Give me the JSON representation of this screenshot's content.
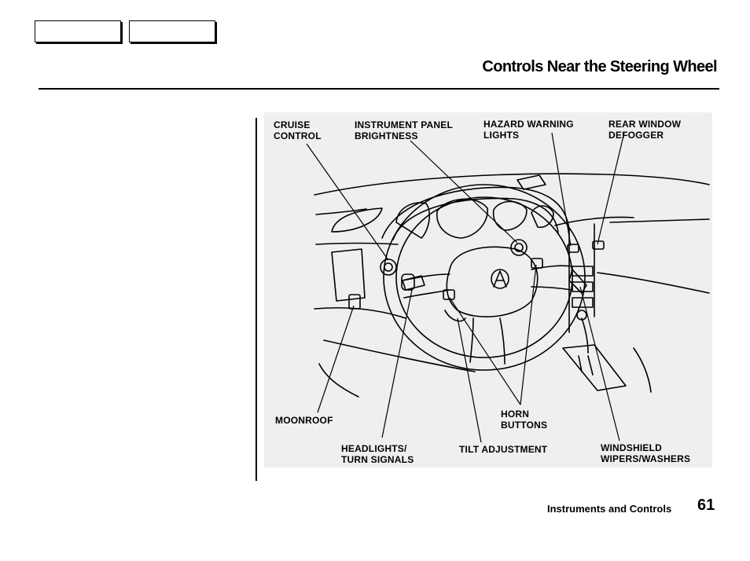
{
  "header": {
    "title": "Controls Near the Steering Wheel"
  },
  "figure": {
    "callouts": {
      "cruise_control": "CRUISE\nCONTROL",
      "instrument_panel_brightness": "INSTRUMENT PANEL\nBRIGHTNESS",
      "hazard_warning_lights": "HAZARD WARNING\nLIGHTS",
      "rear_window_defogger": "REAR WINDOW\nDEFOGGER",
      "moonroof": "MOONROOF",
      "horn_buttons": "HORN\nBUTTONS",
      "headlights_turn_signals": "HEADLIGHTS/\nTURN SIGNALS",
      "tilt_adjustment": "TILT ADJUSTMENT",
      "windshield_wipers_washers": "WINDSHIELD\nWIPERS/WASHERS"
    },
    "emblem_icon": "acura-logo-icon"
  },
  "footer": {
    "section": "Instruments and Controls",
    "page_number": "61"
  }
}
